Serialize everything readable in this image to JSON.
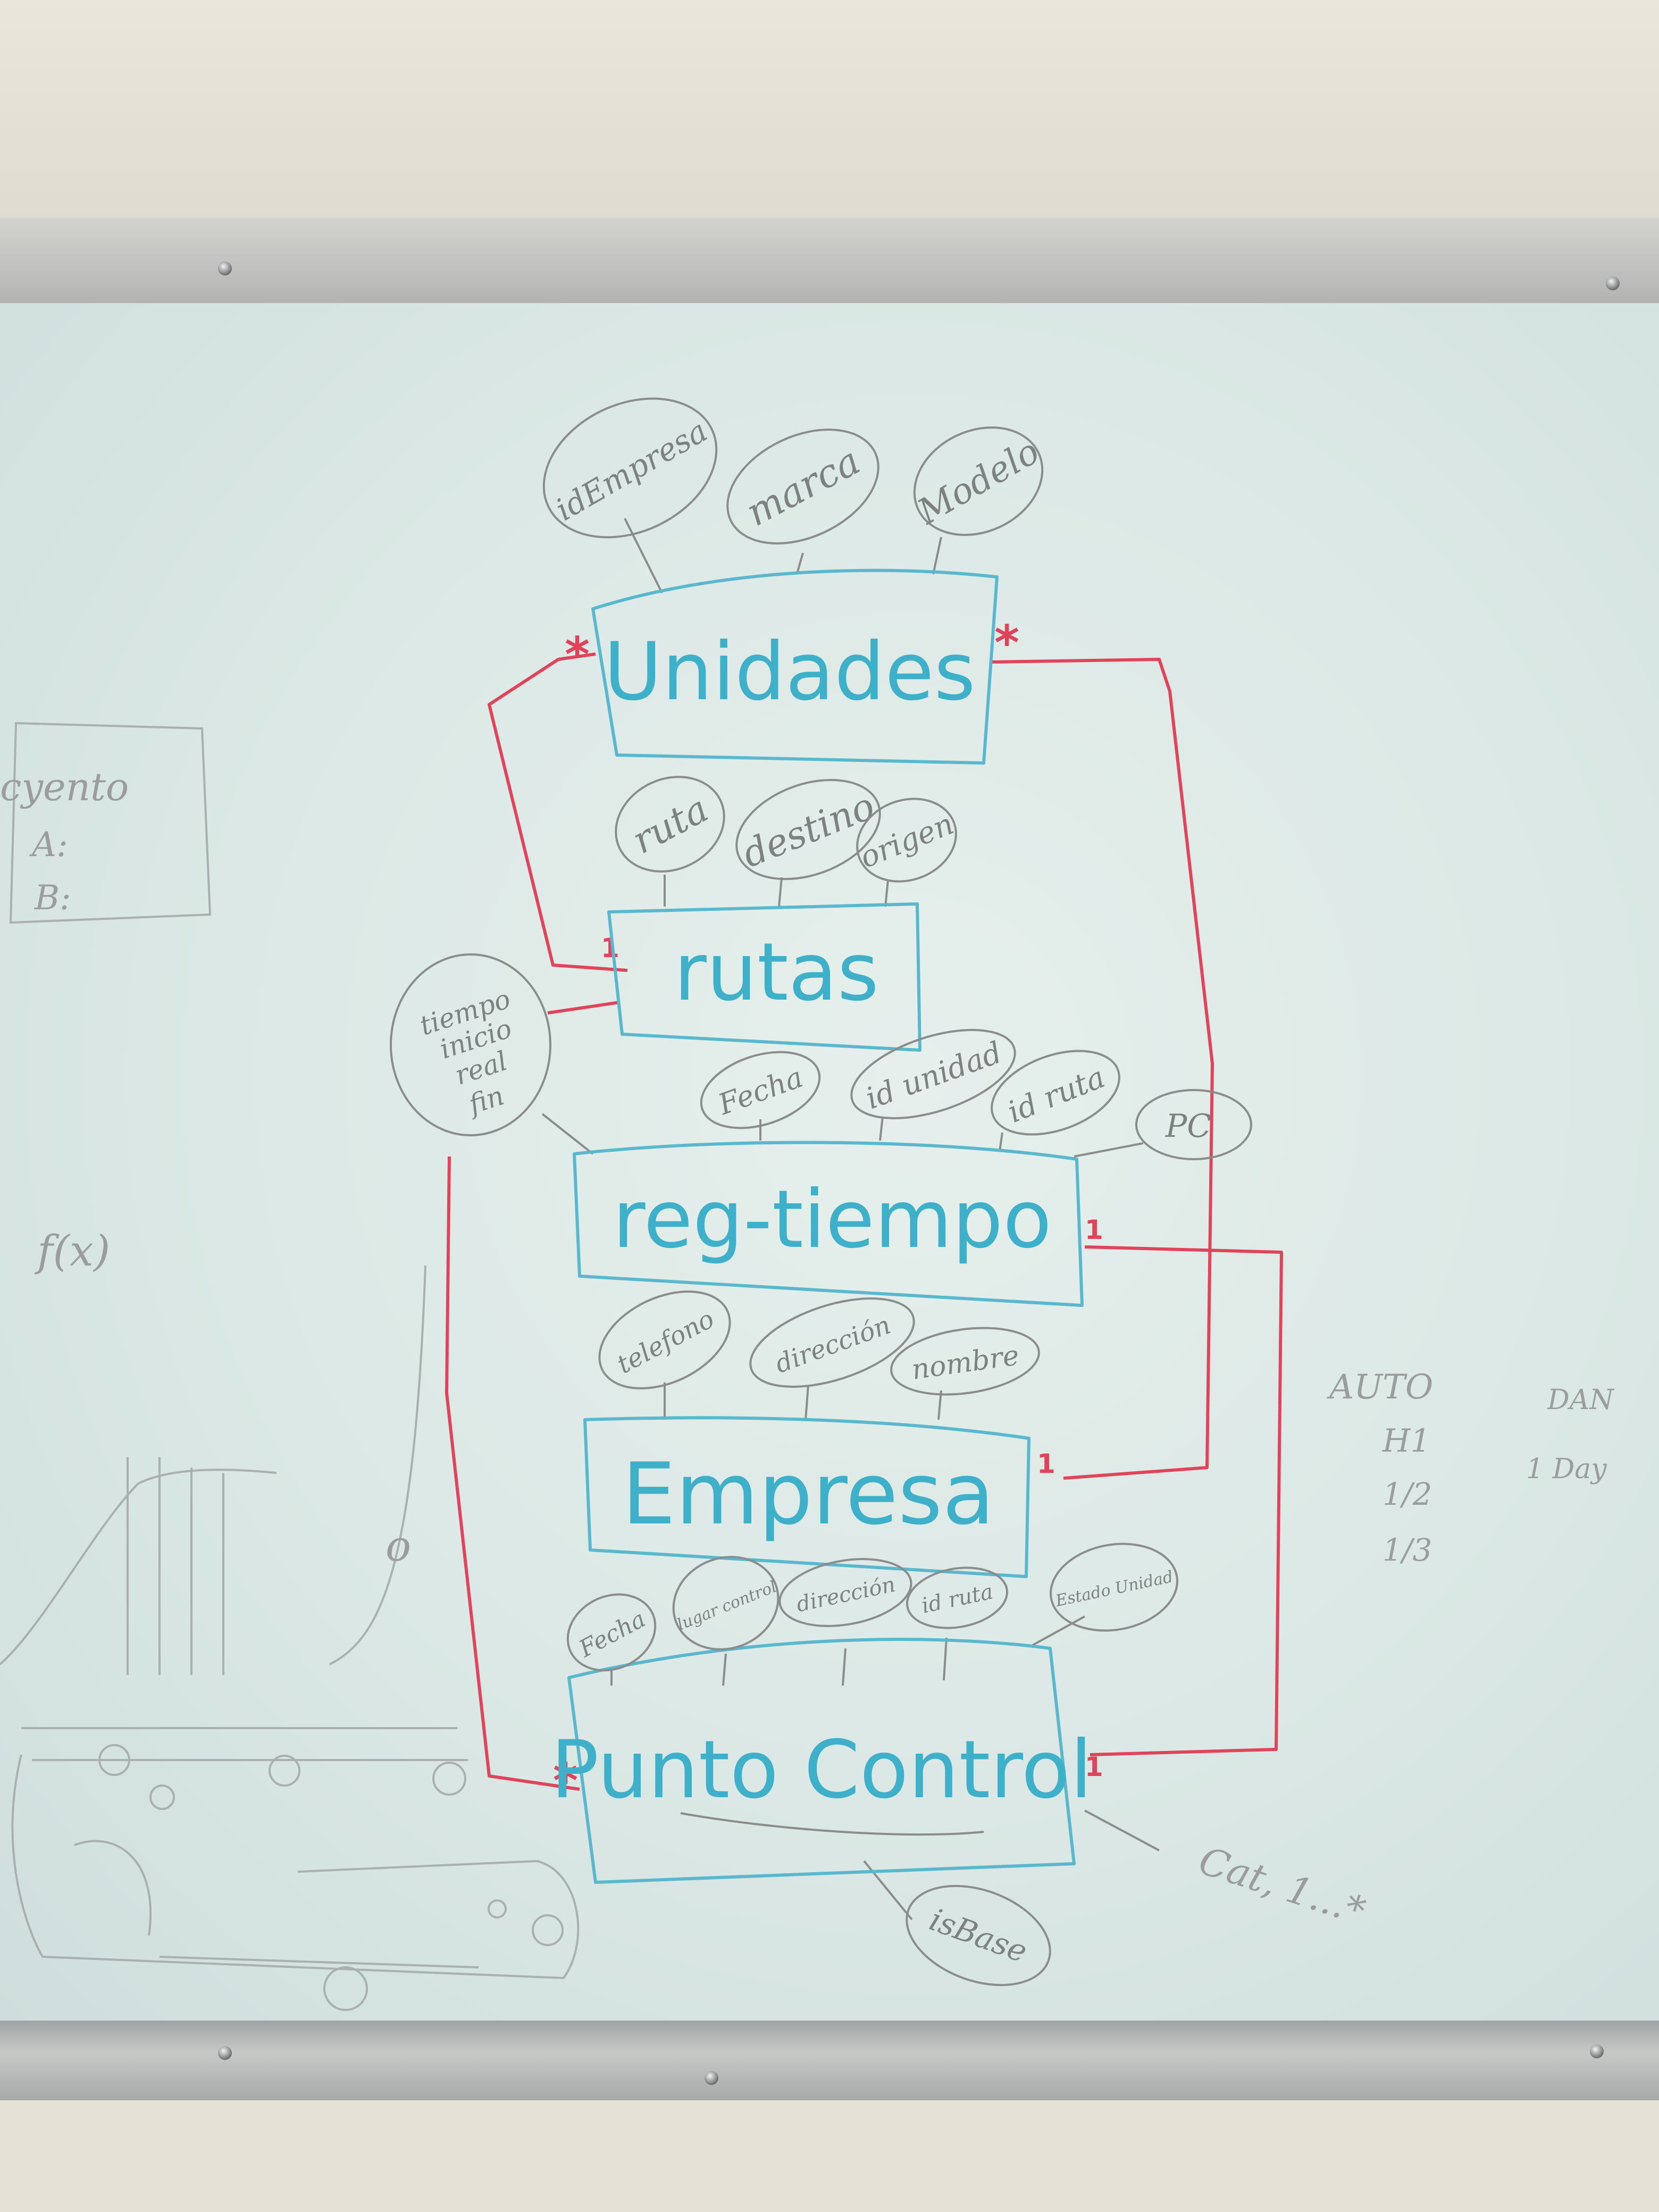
{
  "entities": {
    "unidades": "Unidades",
    "rutas": "rutas",
    "reg_tiempo": "reg-tiempo",
    "empresa": "Empresa",
    "punto_control": "Punto Control"
  },
  "attributes": {
    "unidades": [
      "idEmpresa",
      "marca",
      "Modelo"
    ],
    "rutas": [
      "ruta",
      "destino",
      "origen"
    ],
    "rutas_tiempo": [
      "tiempo",
      "inicio",
      "real",
      "fin"
    ],
    "reg_tiempo": [
      "Fecha",
      "id unidad",
      "id ruta",
      "PC"
    ],
    "empresa": [
      "telefono",
      "dirección",
      "nombre"
    ],
    "punto_control": [
      "Fecha",
      "lugar control",
      "dirección",
      "id ruta",
      "Estado Unidad"
    ],
    "punto_control_extra": "isBase"
  },
  "cardinality": {
    "many": "*",
    "one": "1"
  },
  "side_notes": {
    "left_box": [
      "cyento",
      "A:",
      "B:"
    ],
    "left_func": "f(x)",
    "left_letter": "o",
    "right_list": [
      "AUTO",
      "H1",
      "1/2",
      "1/3"
    ],
    "right_other": [
      "DAN",
      "1 Day"
    ],
    "bottom_right": "Cat, 1...*"
  },
  "colors": {
    "entity": "#3fb0c9",
    "relation": "#e0435a",
    "attribute": "#8a8d8c"
  }
}
